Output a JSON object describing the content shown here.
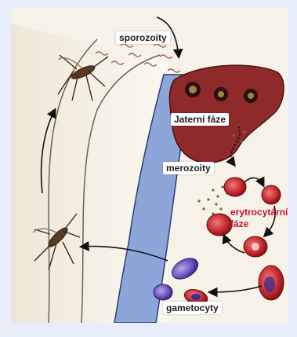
{
  "labels": {
    "sporozoites": "sporozoity",
    "liver_phase": "Jaterní fáze",
    "merozoites": "merozoity",
    "erythrocyte_phase_line1": "erytrocytární",
    "erythrocyte_phase_line2": "fáze",
    "gametocytes": "gametocyty"
  },
  "colors": {
    "label_text": "#1d1d1d",
    "erythrocyte_label": "#c8102e",
    "liver": "#8e2a2a",
    "red_cell": "#c0262c",
    "vein": "#8ca6d9",
    "frame": "#e9eefb"
  }
}
